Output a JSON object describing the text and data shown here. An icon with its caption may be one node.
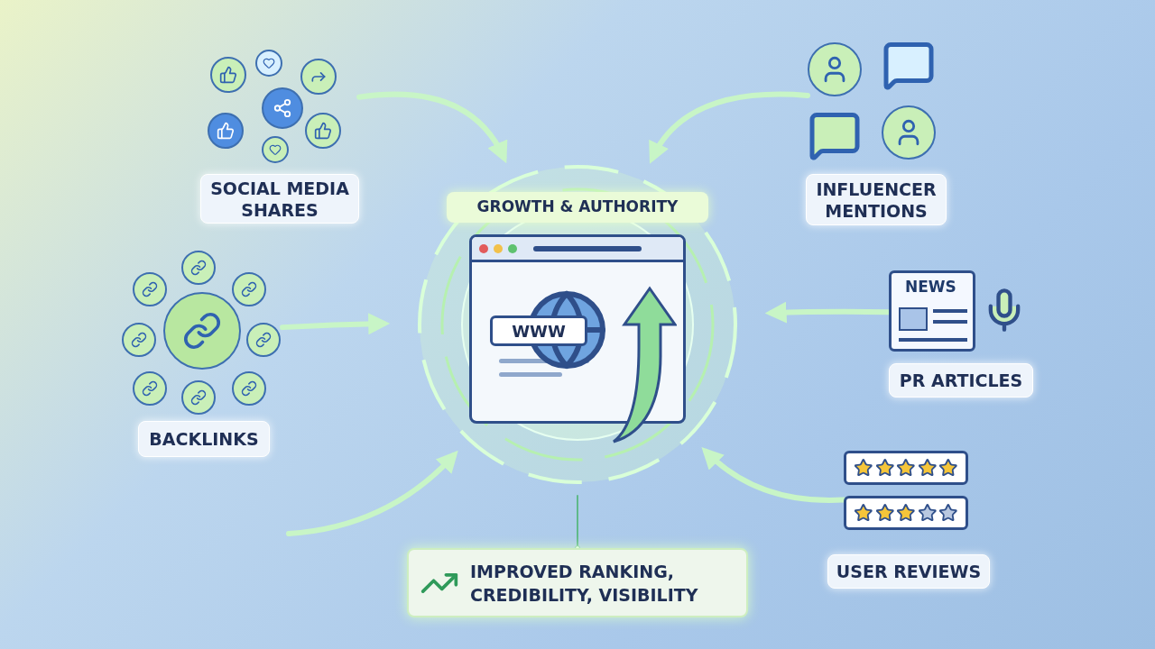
{
  "diagram": {
    "nodes": [
      {
        "text": [],
        "shape": "picture"
      },
      {
        "text": [
          "SOCIAL MEDIA SHARES"
        ]
      },
      {
        "text": [],
        "shape": "picture"
      },
      {
        "text": [
          "INFLUENCER MENTIONS"
        ]
      },
      {
        "text": [],
        "shape": "picture"
      },
      {
        "text": [
          "BACKLINKS"
        ]
      },
      {
        "text": [
          "NEWS"
        ]
      },
      {
        "text": [
          "PR ARTICLES"
        ]
      },
      {
        "text": [],
        "shape": "picture"
      },
      {
        "text": [
          "USER REVIEWS"
        ]
      },
      {
        "text": [
          "GROWTH & AUTHORITY",
          "WWW"
        ]
      },
      {
        "text": [
          "IMPROVED RANKING, CREDIBILITY, VISIBILITY"
        ]
      }
    ],
    "edges": [
      {
        "from": 0,
        "to": 10,
        "arrow": "to"
      },
      {
        "from": 2,
        "to": 10,
        "arrow": "to"
      },
      {
        "from": 4,
        "to": 10,
        "arrow": "to"
      },
      {
        "from": 6,
        "to": 10,
        "arrow": "to"
      },
      {
        "from": 8,
        "to": 10,
        "arrow": "to"
      },
      {
        "from": null,
        "to": 10,
        "arrow": "to"
      },
      {
        "from": 10,
        "to": 11,
        "arrow": "other",
        "color": "#5fb98a"
      }
    ]
  }
}
